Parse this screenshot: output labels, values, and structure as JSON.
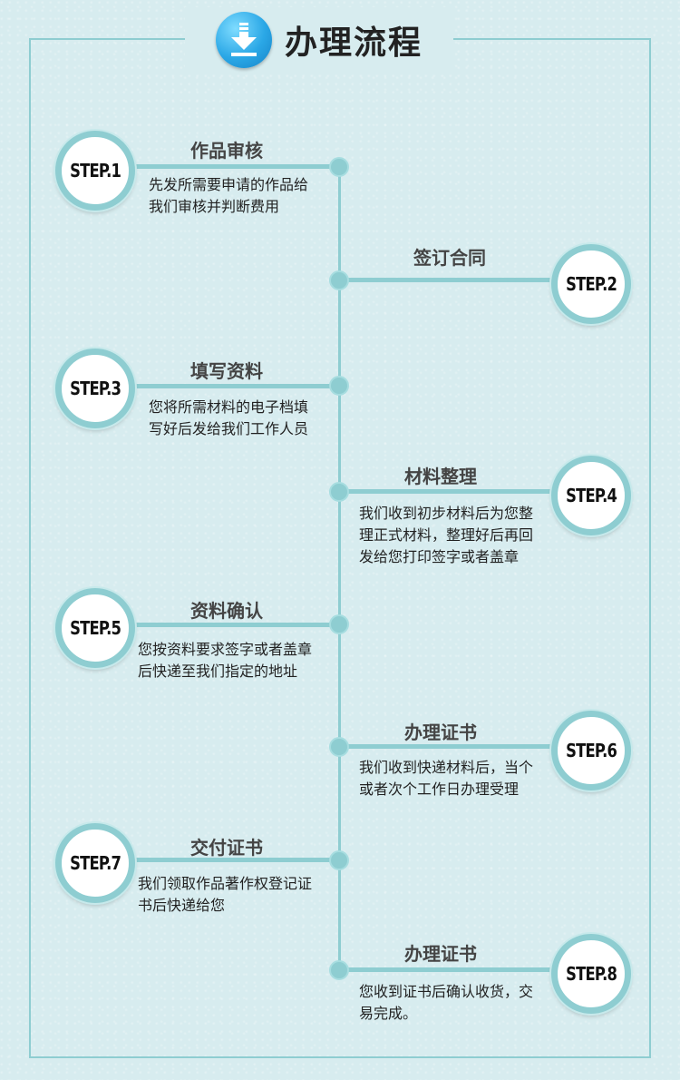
{
  "header": {
    "title": "办理流程",
    "icon": "download-icon"
  },
  "colors": {
    "accent": "#8ecdd1",
    "background": "#d7ecef",
    "icon_blue": "#2aa7e6"
  },
  "steps": [
    {
      "label": "STEP.1",
      "title": "作品审核",
      "desc": "先发所需要申请的作品给我们审核并判断费用"
    },
    {
      "label": "STEP.2",
      "title": "签订合同",
      "desc": ""
    },
    {
      "label": "STEP.3",
      "title": "填写资料",
      "desc": "您将所需材料的电子档填写好后发给我们工作人员"
    },
    {
      "label": "STEP.4",
      "title": "材料整理",
      "desc": "我们收到初步材料后为您整理正式材料，整理好后再回发给您打印签字或者盖章"
    },
    {
      "label": "STEP.5",
      "title": "资料确认",
      "desc": "您按资料要求签字或者盖章后快递至我们指定的地址"
    },
    {
      "label": "STEP.6",
      "title": "办理证书",
      "desc": "我们收到快递材料后，当个或者次个工作日办理受理"
    },
    {
      "label": "STEP.7",
      "title": "交付证书",
      "desc": "我们领取作品著作权登记证书后快递给您"
    },
    {
      "label": "STEP.8",
      "title": "办理证书",
      "desc": "您收到证书后确认收货，交易完成。"
    }
  ]
}
